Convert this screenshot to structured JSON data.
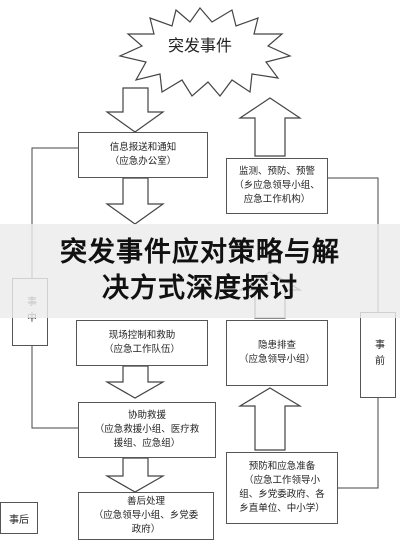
{
  "burst": {
    "title": "突发事件"
  },
  "left_flow": [
    {
      "lines": [
        "信息报送和通知",
        "（应急办公室）"
      ]
    },
    {
      "lines": [
        "现场控制和救助",
        "（应急工作队伍）"
      ]
    },
    {
      "lines": [
        "协助救援",
        "（应急救援小组、医疗救",
        "援组、应急组）"
      ]
    },
    {
      "lines": [
        "善后处理",
        "（应急领导小组、乡党委",
        "政府）"
      ]
    }
  ],
  "right_flow": [
    {
      "lines": [
        "监测、预防、预警",
        "（乡应急领导小组、",
        "应急工作机构）"
      ]
    },
    {
      "lines": [
        "隐患排查",
        "（应急领导小组）"
      ]
    },
    {
      "lines": [
        "预防和应急准备",
        "（应急工作领导小",
        "组、乡党委政府、各",
        "乡直单位、中小学）"
      ]
    }
  ],
  "phase_labels": {
    "during": "事中",
    "before": "事前",
    "after": "事后"
  },
  "banner": {
    "line1": "突发事件应对策略与解",
    "line2": "决方式深度探讨"
  }
}
